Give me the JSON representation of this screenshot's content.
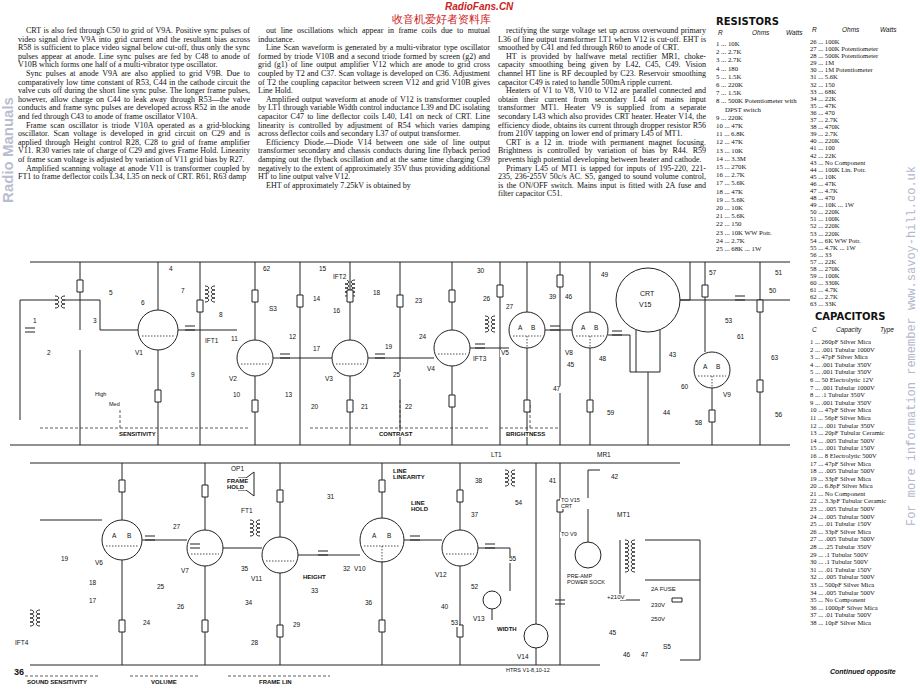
{
  "diagram": {
    "labels": [
      "RadioFans.CN",
      "收音机爱好者资料库",
      "Radio Manuals",
      "For more information remember www.savoy-hill.co.uk",
      "36",
      "CRT is also fed through C50 to grid of V9A. Positive sync pulses of video signal drive V9A into grid current and the resultant bias across R58 is sufficient to place video signal below cut-off, thus only the sync pulses appear at anode. Line sync pulses are fed by C48 to anode of V10B which forms one half of a multi-vibrator type oscillator.",
      "Sync pulses at anode V9A are also applied to grid V9B. Due to comparatively low time constant of R53, C44 in the cathode circuit the valve cuts off during the short line sync pulse. The longer frame pulses, however, allow charge on C44 to leak away through R53—the valve conducts and frame sync pulses are developed across R52 in the anode and fed through C43 to anode of frame oscillator V10A.",
      "Frame scan oscillator is triode V10A operated as a grid-blocking oscillator. Scan voltage is developed in grid circuit on C29 and is applied through Height control R28, C28 to grid of frame amplifier V11. R30 varies rate of charge of C29 and gives Frame Hold. Linearity of frame scan voltage is adjusted by variation of V11 grid bias by R27.",
      "Amplified scanning voltage at anode V11 is transformer coupled by FT1 to frame deflector coils L34, L35 on neck of CRT. R61, R63 damp",
      "out line oscillations which appear in frame coils due to mutual inductance.",
      "Line Scan waveform is generated by a multi-vibrator type oscillator formed by triode V10B and a second triode formed by screen (g2) and grid (g1) of line output amplifier V12 which are anode to grid cross coupled by T2 and C37. Scan voltage is developed on C36. Adjustment of T2 the coupling capacitor between screen V12 and grid V10B gives Line Hold.",
      "Amplified output waveform at anode of V12 is transformer coupled by LT1 through variable Width control inductance L39 and DC isolating capacitor C47 to line deflector coils L40, L41 on neck of CRT. Line linearity is controlled by adjustment of R54 which varies damping across deflector coils and secondary L37 of output transformer.",
      "Efficiency Diode.—Diode V14 between one side of line output transformer secondary and chassis conducts during line flyback period damping out the flyback oscillation and at the same time charging C39 negatively to the extent of approximately 35V thus providing additional HT to line output valve V12.",
      "EHT of approximately 7.25kV is obtained by",
      "rectifying the surge voltage set up across overwound primary L36 of line output transformer LT1 when V12 is cut-off. EHT is smoothed by C41 and fed through R60 to anode of CRT.",
      "HT is provided by halfwave metal rectifier MR1, choke-capacity smoothing being given by L42, C45, C49. Vision channel HT line is RF decoupled by C23. Reservoir smoothing capacitor C49 is rated to handle 500mA ripple current.",
      "Heaters of V1 to V8, V10 to V12 are parallel connected and obtain their current from secondary L44 of mains input transformer MT1. Heater V9 is supplied from a separate secondary L43 which also provides CRT heater. Heater V14, the efficiency diode, obtains its current through dropper resistor R56 from 210V tapping on lower end of primary L45 of MT1.",
      "CRT is a 12 in. triode with permanent magnet focusing. Brightness is controlled by variation of bias by R44. R59 prevents high potential developing between heater and cathode.",
      "Primary L45 of MT1 is tapped for inputs of 195-220, 221-235, 236-255V 50c/s AC. S5, ganged to sound volume control, is the ON/OFF switch. Mains input is fitted with 2A fuse and filter capacitor C51.",
      "RESISTORS",
      "R",
      "Ohms",
      "Watts",
      "1 ... 10K",
      "2 ... 2.7K",
      "3 ... 2.7K",
      "4 ... 180",
      "5 ... 1.5K",
      "6 ... 220K",
      "7 ... 1.5K",
      "8 ... 500K Potentiometer with DPST switch",
      "9 ... 220K",
      "10 ... 47K",
      "11 ... 6.8K",
      "12 ... 47K",
      "13 ... 10K",
      "14 ... 3.3M",
      "15 ... 270K",
      "16 ... 2.7K",
      "17 ... 5.6K",
      "18 ... 47K",
      "19 ... 5.6K",
      "20 ... 10K",
      "21 ... 5.6K",
      "22 ... 150",
      "23 ... 10K WW Potr.",
      "24 ... 2.7K",
      "25 ... 68K ... 1W",
      "R",
      "Ohms",
      "Watts",
      "26 ... 100K",
      "27 ... 100K Potentiometer",
      "28 ... 500K Potentiometer",
      "29 ... 1M",
      "30 ... 1M Potentiometer",
      "31 ... 5.6K",
      "32 ... 150",
      "33 ... 68K",
      "34 ... 22K",
      "35 ... 47K",
      "36 ... 470",
      "37 ... 2.7K",
      "38 ... 470K",
      "39 ... 2.7K",
      "40 ... 220K",
      "41 ... 100",
      "42 ... 22K",
      "43 ... No Component",
      "44 ... 100K Lin. Potr.",
      "45 ... 10K",
      "46 ... 47K",
      "47 ... 4.7K",
      "48 ... 470",
      "49 ... 10K ... 1W",
      "50 ... 220K",
      "51 ... 100K",
      "52 ... 220K",
      "53 ... 220K",
      "54 ... 6K WW Potr.",
      "55 ... 4.7K ... 1W",
      "56 ... 33",
      "57 ... 22K",
      "58 ... 270K",
      "59 ... 100K",
      "60 ... 330K",
      "61 ... 4.7K",
      "62 ... 2.7K",
      "63 ... 33K",
      "CAPACITORS",
      "C",
      "Capacity",
      "Type",
      "1 ... 260pF Silver Mica",
      "2 ... .001 Tubular 1000V",
      "3 ... 47pF Silver Mica",
      "4 ... .001 Tubular 350V",
      "5 ... .001 Tubular 350V",
      "6 ... 50 Electrolytic 12V",
      "7 ... .001 Tubular 1000V",
      "8 ... .1 Tubular 350V",
      "9 ... .001 Tubular 350V",
      "10 ... 47pF Silver Mica",
      "11 ... 56pF Silver Mica",
      "12 ... .001 Tubular 350V",
      "13 ... 20pF Tubular Ceramic",
      "14 ... .005 Tubular 500V",
      "15 ... .001 Tubular 150V",
      "16 ... 8 Electrolytic 500V",
      "17 ... 47pF Silver Mica",
      "18 ... .005 Tubular 500V",
      "19 ... 33pF Silver Mica",
      "20 ... 6.8pF Silver Mica",
      "21 ... No Component",
      "22 ... 3.3pF Tubular Ceramic",
      "23 ... .005 Tubular 500V",
      "24 ... .005 Tubular 500V",
      "25 ... .01 Tubular 150V",
      "26 ... 33pF Silver Mica",
      "27 ... .005 Tubular 500V",
      "28 ... .25 Tubular 350V",
      "29 ... .1 Tubular 500V",
      "30 ... .1 Tubular 500V",
      "31 ... .01 Tubular 150V",
      "32 ... .005 Tubular 500V",
      "33 ... 500pF Silver Mica",
      "34 ... .005 Tubular 500V",
      "35 ... No Component",
      "36 ... 1000pF Silver Mica",
      "37 ... .01 Tubular 500V",
      "38 ... 10pF Silver Mica",
      "Continued opposite",
      "SENSITIVITY",
      "CONTRAST",
      "BRIGHTNESS",
      "SOUND SENSITIVITY",
      "VOLUME",
      "FRAME LIN",
      "IFT1",
      "IFT2",
      "IFT3",
      "IFT4",
      "FT1",
      "OP1",
      "LT1",
      "MR1",
      "MT1",
      "CRT",
      "V15",
      "V1",
      "V2",
      "V3",
      "V4",
      "V5",
      "A",
      "B",
      "V8",
      "A",
      "B",
      "V9",
      "A",
      "B",
      "V6",
      "A",
      "B",
      "V7",
      "V11",
      "V10",
      "A",
      "B",
      "V12",
      "V13",
      "V14",
      "FRAME HOLD",
      "HEIGHT",
      "LINE HOLD",
      "LINE LINEARITY",
      "WIDTH",
      "PRE-AMP POWER SOCK",
      "TO V15 CRT",
      "TO V9",
      "HTRS V1-8,10-12",
      "+210V",
      "2A FUSE",
      "230V",
      "250V",
      "S3",
      "S5",
      "High",
      "Med",
      "4",
      "62",
      "1",
      "2",
      "3",
      "5",
      "6",
      "7",
      "8",
      "9",
      "10",
      "11",
      "12",
      "13",
      "14",
      "15",
      "16",
      "17",
      "18",
      "19",
      "20",
      "21",
      "22",
      "23",
      "24",
      "25",
      "26",
      "27",
      "30",
      "39",
      "43",
      "44",
      "45",
      "46",
      "47",
      "48",
      "49",
      "50",
      "51",
      "53",
      "56",
      "57",
      "58",
      "59",
      "60",
      "61",
      "63",
      "17",
      "18",
      "19",
      "24",
      "25",
      "26",
      "27",
      "28",
      "29",
      "31",
      "32",
      "33",
      "34",
      "35",
      "36",
      "37",
      "38",
      "40",
      "41",
      "42",
      "52",
      "53",
      "54",
      "55",
      "45",
      "46",
      "47"
    ]
  }
}
